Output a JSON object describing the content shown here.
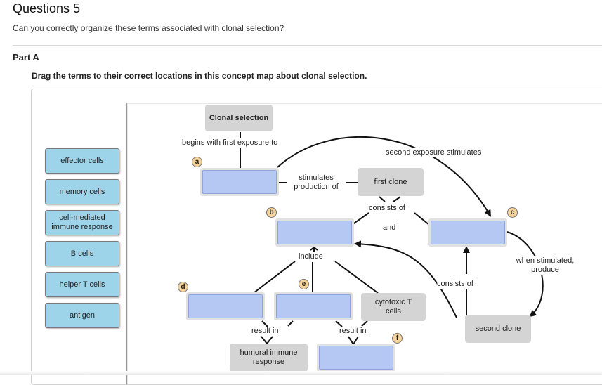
{
  "header": {
    "title": "Questions 5",
    "question": "Can you correctly organize these terms associated with clonal selection?"
  },
  "part": {
    "label": "Part A",
    "instruction": "Drag the terms to their correct locations in this concept map about clonal selection."
  },
  "terms": [
    {
      "label": "effector cells"
    },
    {
      "label": "memory cells"
    },
    {
      "label": "cell-mediated immune response"
    },
    {
      "label": "B cells"
    },
    {
      "label": "helper T cells"
    },
    {
      "label": "antigen"
    }
  ],
  "map": {
    "nodes": {
      "clonal_selection": "Clonal selection",
      "first_clone": "first clone",
      "cytotoxic": "cytotoxic T cells",
      "second_clone": "second clone",
      "humoral": "humoral immune response"
    },
    "links": {
      "begins": "begins with first exposure to",
      "stimulates": "stimulates production of",
      "consists_of_1": "consists of",
      "and": "and",
      "second_exposure": "second exposure stimulates",
      "include": "include",
      "when_stimulated": "when stimulated, produce",
      "consists_of_2": "consists of",
      "result_in_1": "result in",
      "result_in_2": "result in"
    },
    "targets": {
      "a": "a",
      "b": "b",
      "c": "c",
      "d": "d",
      "e": "e",
      "f": "f"
    }
  }
}
